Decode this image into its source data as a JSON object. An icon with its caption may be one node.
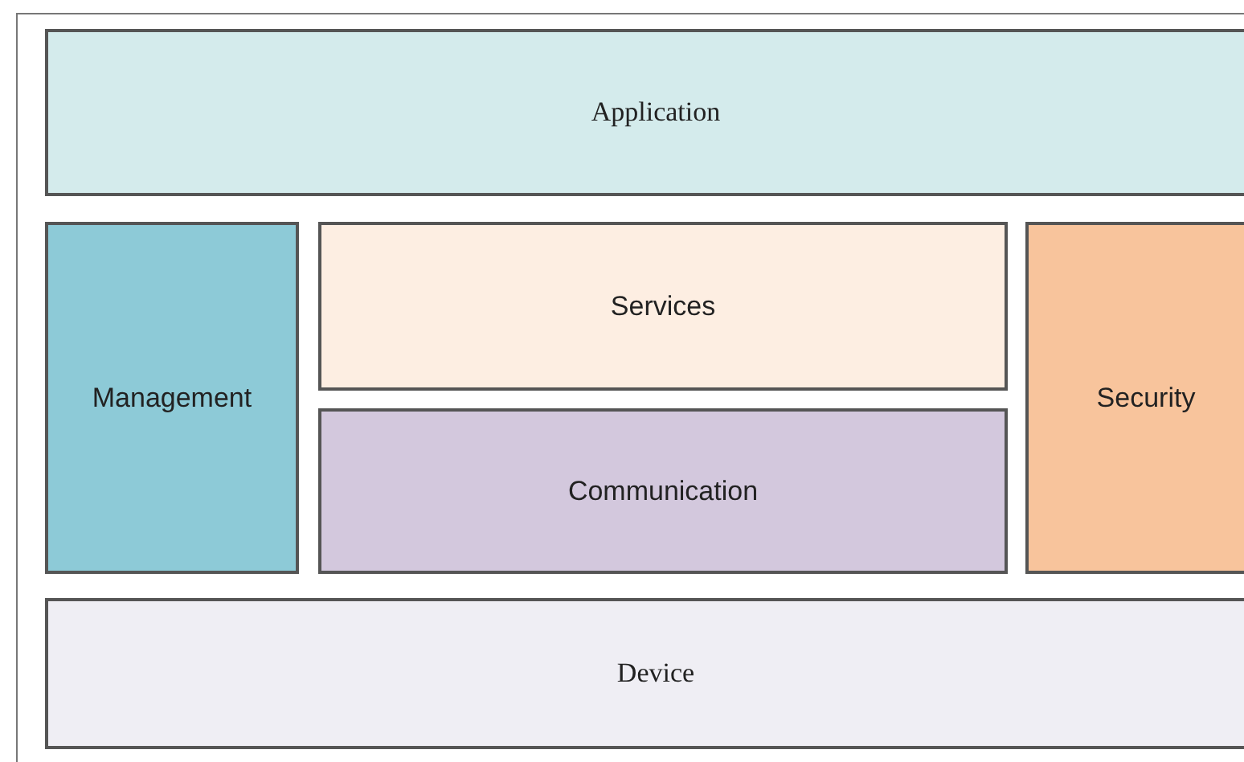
{
  "diagram": {
    "nodes": [
      {
        "text": [
          "Application"
        ]
      },
      {
        "text": [
          "Management"
        ]
      },
      {
        "text": [
          "Services"
        ]
      },
      {
        "text": [
          "Communication"
        ]
      },
      {
        "text": [
          "Security"
        ]
      },
      {
        "text": [
          "Device"
        ]
      }
    ]
  }
}
